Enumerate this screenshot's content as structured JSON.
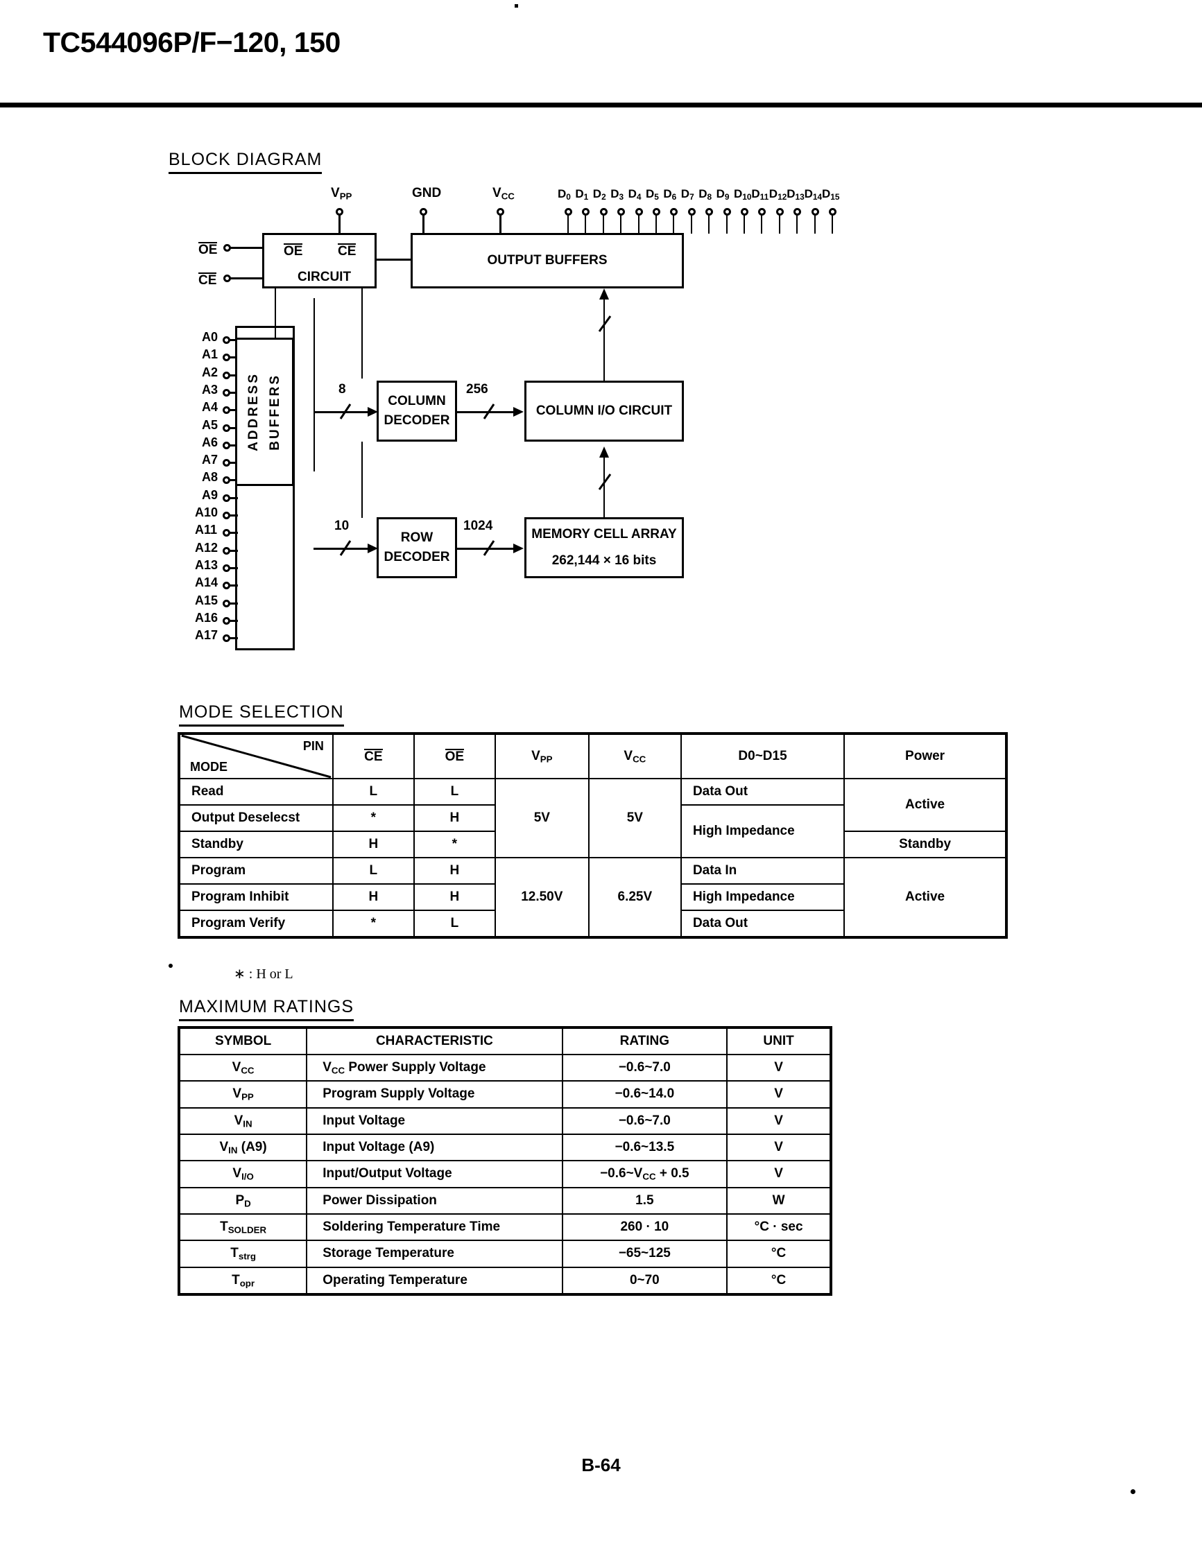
{
  "header": {
    "part_number": "TC544096P/F−120, 150"
  },
  "sections": {
    "block_diagram_title": "BLOCK DIAGRAM",
    "mode_selection_title": "MODE SELECTION",
    "maximum_ratings_title": "MAXIMUM RATINGS"
  },
  "block_diagram": {
    "top_pins": [
      "Vₚₚ",
      "GND",
      "Vᴄᴄ"
    ],
    "top_pin_labels": {
      "vpp": "VPP",
      "gnd": "GND",
      "vcc": "VCC"
    },
    "data_pins": [
      "D0",
      "D1",
      "D2",
      "D3",
      "D4",
      "D5",
      "D6",
      "D7",
      "D8",
      "D9",
      "D10",
      "D11",
      "D12",
      "D13",
      "D14",
      "D15"
    ],
    "left_control_pins": [
      "OE",
      "CE"
    ],
    "address_pins": [
      "A0",
      "A1",
      "A2",
      "A3",
      "A4",
      "A5",
      "A6",
      "A7",
      "A8",
      "A9",
      "A10",
      "A11",
      "A12",
      "A13",
      "A14",
      "A15",
      "A16",
      "A17"
    ],
    "blocks": {
      "control_circuit": {
        "oe_label": "OE",
        "ce_label": "CE",
        "circuit_label": "CIRCUIT"
      },
      "output_buffers": "OUTPUT BUFFERS",
      "address_buffers_line1": "ADDRESS",
      "address_buffers_line2": "BUFFERS",
      "column_decoder_line1": "COLUMN",
      "column_decoder_line2": "DECODER",
      "row_decoder_line1": "ROW",
      "row_decoder_line2": "DECODER",
      "column_io_circuit": "COLUMN I/O CIRCUIT",
      "memory_cell_array_line1": "MEMORY CELL ARRAY",
      "memory_cell_array_line2": "262,144 × 16 bits"
    },
    "bus_widths": {
      "column_in": "8",
      "column_out": "256",
      "row_in": "10",
      "row_out": "1024"
    }
  },
  "mode_selection": {
    "corner": {
      "pin": "PIN",
      "mode": "MODE"
    },
    "columns": [
      "CE",
      "OE",
      "VPP",
      "VCC",
      "D0~D15",
      "Power"
    ],
    "rows": [
      {
        "mode": "Read",
        "ce": "L",
        "oe": "L"
      },
      {
        "mode": "Output Deselecst",
        "ce": "*",
        "oe": "H"
      },
      {
        "mode": "Standby",
        "ce": "H",
        "oe": "*"
      },
      {
        "mode": "Program",
        "ce": "L",
        "oe": "H"
      },
      {
        "mode": "Program Inhibit",
        "ce": "H",
        "oe": "H"
      },
      {
        "mode": "Program Verify",
        "ce": "*",
        "oe": "L"
      }
    ],
    "merged": {
      "vpp_read_group": "5V",
      "vcc_read_group": "5V",
      "vpp_program_group": "12.50V",
      "vcc_program_group": "6.25V",
      "data_read": "Data Out",
      "data_high_impedance_1": "High Impedance",
      "data_in": "Data In",
      "data_high_impedance_2": "High Impedance",
      "data_out_verify": "Data Out",
      "power_active_1": "Active",
      "power_standby": "Standby",
      "power_active_2": "Active"
    },
    "footnote": "∗ : H or L"
  },
  "maximum_ratings": {
    "columns": [
      "SYMBOL",
      "CHARACTERISTIC",
      "RATING",
      "UNIT"
    ],
    "rows": [
      {
        "symbol": "VCC",
        "symbol_base": "V",
        "symbol_sub": "CC",
        "characteristic": "VCC Power Supply Voltage",
        "rating": "−0.6~7.0",
        "unit": "V"
      },
      {
        "symbol": "VPP",
        "symbol_base": "V",
        "symbol_sub": "PP",
        "characteristic": "Program Supply Voltage",
        "rating": "−0.6~14.0",
        "unit": "V"
      },
      {
        "symbol": "VIN",
        "symbol_base": "V",
        "symbol_sub": "IN",
        "characteristic": "Input Voltage",
        "rating": "−0.6~7.0",
        "unit": "V"
      },
      {
        "symbol": "VIN (A9)",
        "symbol_base": "V",
        "symbol_sub": "IN",
        "characteristic": "Input Voltage (A9)",
        "rating": "−0.6~13.5",
        "unit": "V"
      },
      {
        "symbol": "VI/O",
        "symbol_base": "V",
        "symbol_sub": "I/O",
        "characteristic": "Input/Output Voltage",
        "rating": "−0.6~VCC + 0.5",
        "unit": "V"
      },
      {
        "symbol": "PD",
        "symbol_base": "P",
        "symbol_sub": "D",
        "characteristic": "Power Dissipation",
        "rating": "1.5",
        "unit": "W"
      },
      {
        "symbol": "TSOLDER",
        "symbol_base": "T",
        "symbol_sub": "SOLDER",
        "characteristic": "Soldering Temperature Time",
        "rating": "260 · 10",
        "unit": "°C · sec"
      },
      {
        "symbol": "Tstrg",
        "symbol_base": "T",
        "symbol_sub": "strg",
        "characteristic": "Storage Temperature",
        "rating": "−65~125",
        "unit": "°C"
      },
      {
        "symbol": "Topr",
        "symbol_base": "T",
        "symbol_sub": "opr",
        "characteristic": "Operating Temperature",
        "rating": "0~70",
        "unit": "°C"
      }
    ]
  },
  "footer": {
    "page_number": "B-64"
  }
}
